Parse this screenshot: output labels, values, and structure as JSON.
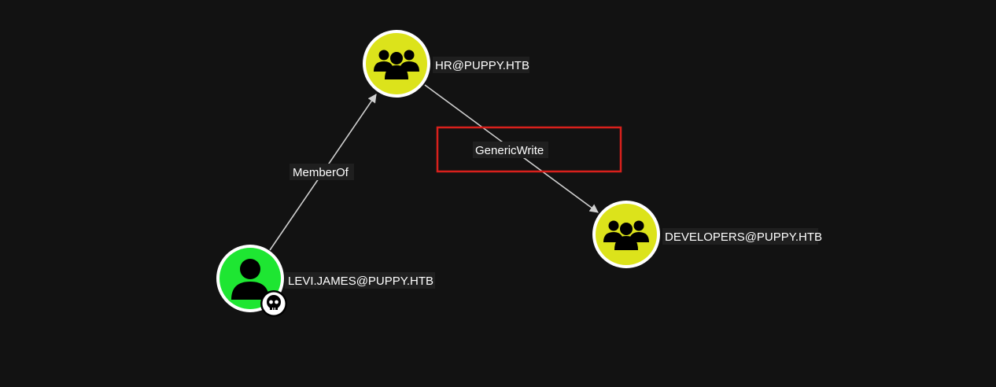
{
  "nodes": [
    {
      "id": "hr",
      "label": "HR@PUPPY.HTB",
      "type": "group",
      "icon": "group-icon",
      "fill": "#dce31b"
    },
    {
      "id": "developers",
      "label": "DEVELOPERS@PUPPY.HTB",
      "type": "group",
      "icon": "group-icon",
      "fill": "#dce31b"
    },
    {
      "id": "levi",
      "label": "LEVI.JAMES@PUPPY.HTB",
      "type": "user",
      "icon": "user-icon",
      "fill": "#1ee632",
      "badge": "skull-icon",
      "owned": true
    }
  ],
  "edges": [
    {
      "from": "levi",
      "to": "hr",
      "label": "MemberOf"
    },
    {
      "from": "hr",
      "to": "developers",
      "label": "GenericWrite",
      "highlighted": true
    }
  ],
  "colors": {
    "background": "#121212",
    "edge": "#cfcfcf",
    "highlight": "#d9201c",
    "label_text": "#ffffff"
  }
}
